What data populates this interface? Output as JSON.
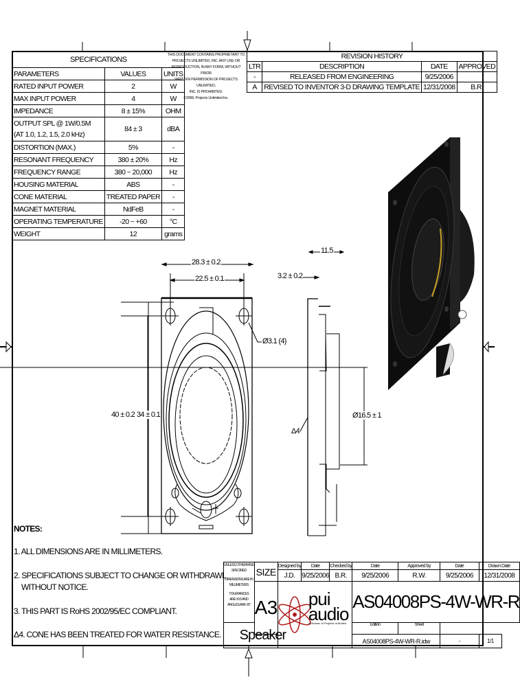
{
  "specifications": {
    "title": "SPECIFICATIONS",
    "headers": [
      "PARAMETERS",
      "VALUES",
      "UNITS"
    ],
    "rows": [
      {
        "param": "RATED INPUT POWER",
        "value": "2",
        "unit": "W"
      },
      {
        "param": "MAX INPUT POWER",
        "value": "4",
        "unit": "W"
      },
      {
        "param": "IMPEDANCE",
        "value": "8 ± 15%",
        "unit": "OHM"
      },
      {
        "param": "OUTPUT SPL @ 1W/0.5M",
        "param2": "(AT 1.0, 1.2, 1.5, 2.0 kHz)",
        "value": "84 ± 3",
        "unit": "dBA"
      },
      {
        "param": "DISTORTION (MAX.)",
        "value": "5%",
        "unit": "-"
      },
      {
        "param": "RESONANT FREQUENCY",
        "value": "380 ± 20%",
        "unit": "Hz"
      },
      {
        "param": "FREQUENCY RANGE",
        "value": "380 ~ 20,000",
        "unit": "Hz"
      },
      {
        "param": "HOUSING MATERIAL",
        "value": "ABS",
        "unit": "-"
      },
      {
        "param": "CONE MATERIAL",
        "value": "TREATED PAPER",
        "unit": "-"
      },
      {
        "param": "MAGNET MATERIAL",
        "value": "NdFeB",
        "unit": "-"
      },
      {
        "param": "OPERATING TEMPERATURE",
        "value": "-20 ~ +60",
        "unit": "°C"
      },
      {
        "param": "WEIGHT",
        "value": "12",
        "unit": "grams"
      }
    ]
  },
  "proprietary_notice": {
    "lines": [
      "THIS DOCUMENT CONTAINS PROPRIETARY TO",
      "PROJECTS UNLIMITED, INC. ANY USE OR",
      "REPRODUCTION, IN ANY FORM, WITHOUT PRIOR",
      "WRITTEN PERMISSION OF PROJECTS UNLIMITED,",
      "INC. IS PROHIBITED.",
      "©2006, Projects Unlimited Inc."
    ]
  },
  "revision_history": {
    "title": "REVISION HISTORY",
    "headers": [
      "LTR",
      "DESCRIPTION",
      "DATE",
      "APPROVED"
    ],
    "rows": [
      {
        "ltr": "-",
        "description": "RELEASED FROM ENGINEERING",
        "date": "9/25/2006",
        "approved": ""
      },
      {
        "ltr": "A",
        "description": "REVISED TO INVENTOR 3-D DRAWING TEMPLATE",
        "date": "12/31/2008",
        "approved": "B.R."
      }
    ]
  },
  "dimensions": {
    "overall_width": "28.3 ± 0.2",
    "hole_spacing_width": "22.5 ± 0.1",
    "overall_height": "40 ± 0.2",
    "hole_spacing_height": "34 ± 0.1",
    "hole_diameter": "Ø3.1 (4)",
    "depth": "11.5",
    "flange_thickness": "3.2 ± 0.2",
    "magnet_diameter": "Ø16.5 ± 1",
    "note_callout": "Δ4"
  },
  "notes": {
    "heading": "NOTES:",
    "items": [
      "1. ALL DIMENSIONS ARE IN MILLIMETERS.",
      "2. SPECIFICATIONS SUBJECT TO CHANGE OR WITHDRAWL",
      "WITHOUT NOTICE.",
      "3. THIS PART IS RoHS 2002/95/EC COMPLIANT.",
      "Δ4. CONE HAS BEEN TREATED FOR WATER RESISTANCE."
    ]
  },
  "title_block": {
    "tolerance_note": [
      "UNLESS OTHERWISE",
      "SPECIFIED",
      "DIMENSIONS ARE IN",
      "MILLIMETERS",
      "TOLERANCES",
      "ARE ±0.5 AND",
      "ANGLES ARE ±5°"
    ],
    "filename": "AS04008PS-4W-WR-R.idw",
    "size_label": "SIZE",
    "size_value": "A3",
    "headers": [
      "Designed by",
      "Date",
      "Checked by",
      "Date",
      "Approved by",
      "Date",
      "Drawn Date"
    ],
    "values": [
      "J.D.",
      "9/25/2006",
      "B.R.",
      "9/25/2006",
      "R.W.",
      "9/25/2006",
      "12/31/2008"
    ],
    "part_number": "AS04008PS-4W-WR-R",
    "description": "Speaker",
    "edition_label": "Edition",
    "edition_value": "-",
    "sheet_label": "Sheet",
    "sheet_value": "1/1",
    "logo_line1": "pui",
    "logo_line2": "audio",
    "logo_sub": "A Division of Projects Unlimited",
    "logo_color": "#b01c1c"
  }
}
